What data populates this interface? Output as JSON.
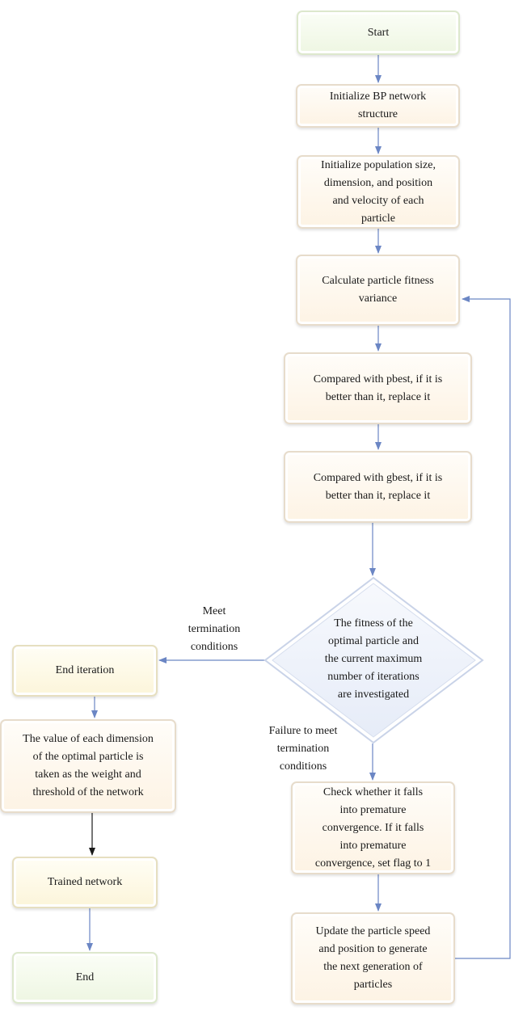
{
  "nodes": {
    "start": "Start",
    "init_bp": [
      "Initialize BP network",
      "structure"
    ],
    "init_pop": [
      "Initialize population size,",
      "dimension, and position",
      "and velocity of each",
      "particle"
    ],
    "calc_fitness": [
      "Calculate particle fitness",
      "variance"
    ],
    "pbest": [
      "Compared with pbest, if it is",
      "better than it, replace it"
    ],
    "gbest": [
      "Compared with gbest, if it is",
      "better than it, replace it"
    ],
    "decision": [
      "The fitness of the",
      "optimal particle and",
      "the current maximum",
      "number of iterations",
      "are investigated"
    ],
    "end_iteration": "End iteration",
    "optimal_value": [
      "The value of each dimension",
      "of the optimal particle is",
      "taken as the weight and",
      "threshold of the network"
    ],
    "trained": "Trained network",
    "end": "End",
    "premature": [
      "Check whether it falls",
      "into premature",
      "convergence. If it falls",
      "into premature",
      "convergence, set flag to 1"
    ],
    "update": [
      "Update the particle speed",
      "and position to generate",
      "the next generation of",
      "particles"
    ]
  },
  "edge_labels": {
    "meet": [
      "Meet",
      "termination",
      "conditions"
    ],
    "fail": [
      "Failure to meet",
      "termination",
      "conditions"
    ]
  },
  "colors": {
    "arrow_blue": "#6b86c4",
    "arrow_black": "#1a1a1a",
    "diamond_fill": "#eef2fb",
    "diamond_stroke": "#c9d3e8"
  }
}
